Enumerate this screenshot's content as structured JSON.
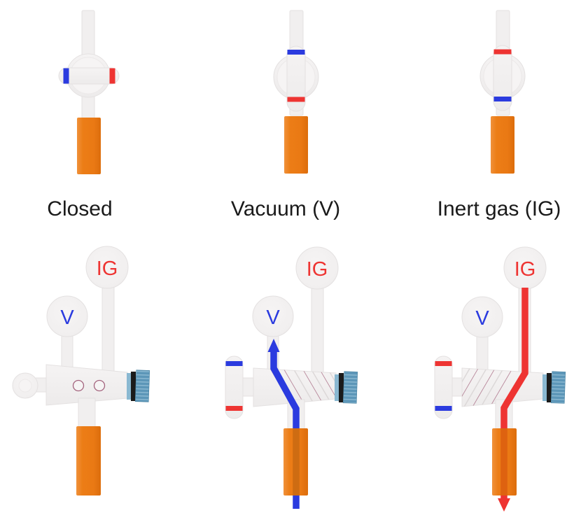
{
  "diagram": {
    "top_row": [
      {
        "id": "closed",
        "label": "Closed",
        "plug_orientation": "horizontal",
        "bands": {
          "left": "blue",
          "right": "red"
        }
      },
      {
        "id": "vacuum",
        "label": "Vacuum (V)",
        "plug_orientation": "vertical",
        "bands": {
          "top": "blue",
          "bottom": "red"
        }
      },
      {
        "id": "inert-gas",
        "label": "Inert gas (IG)",
        "plug_orientation": "vertical",
        "bands": {
          "top": "red",
          "bottom": "blue"
        }
      }
    ],
    "bottom_row": [
      {
        "id": "manifold-closed",
        "v_label": "V",
        "ig_label": "IG",
        "state": "closed",
        "flow": "none"
      },
      {
        "id": "manifold-vacuum",
        "v_label": "V",
        "ig_label": "IG",
        "state": "open-to-vacuum",
        "flow": "up-to-V"
      },
      {
        "id": "manifold-inert-gas",
        "v_label": "V",
        "ig_label": "IG",
        "state": "open-to-inert-gas",
        "flow": "down-from-IG"
      }
    ]
  },
  "colors": {
    "vacuum_blue": "#2B3BDF",
    "inert_red": "#EE3432",
    "label_black": "#1A1A1A",
    "glass": "#F1EFEF",
    "glass_edge": "#E4E1E1",
    "glass_light": "#F6F4F4",
    "tubing_orange": "#EC7D16",
    "tubing_orange_dark": "#DC6D0C",
    "tubing_orange_light": "#F0913A",
    "under_tube_blue_stripe": "#C96A12",
    "under_tube_red_stripe": "#DD5F10",
    "cap_blue": "#5C96B8",
    "cap_blue_light": "#8AB8D1",
    "cap_blue_dark": "#47809F",
    "cap_black": "#1B1B1B",
    "bore_outline": "#A4647E",
    "hatch_gray": "#DCD8D8"
  }
}
